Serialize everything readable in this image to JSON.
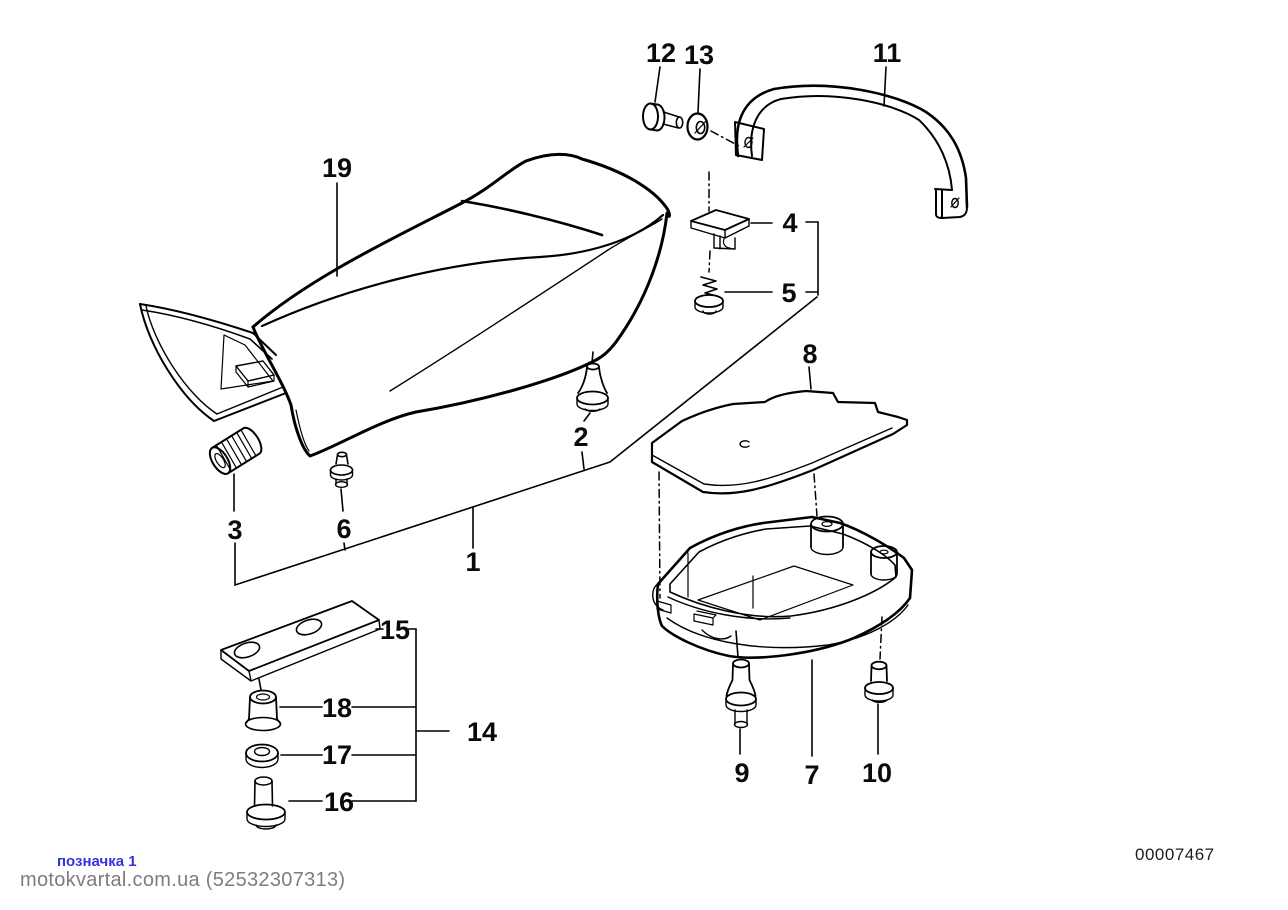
{
  "diagram": {
    "type": "exploded-parts-diagram",
    "subject": "motorcycle bench seat with storage box, grab handle and mounting hardware",
    "labels": [
      {
        "part": 1,
        "text": "1"
      },
      {
        "part": 2,
        "text": "2"
      },
      {
        "part": 3,
        "text": "3"
      },
      {
        "part": 4,
        "text": "4"
      },
      {
        "part": 5,
        "text": "5"
      },
      {
        "part": 6,
        "text": "6"
      },
      {
        "part": 7,
        "text": "7"
      },
      {
        "part": 8,
        "text": "8"
      },
      {
        "part": 9,
        "text": "9"
      },
      {
        "part": 10,
        "text": "10"
      },
      {
        "part": 11,
        "text": "11"
      },
      {
        "part": 12,
        "text": "12"
      },
      {
        "part": 13,
        "text": "13"
      },
      {
        "part": 14,
        "text": "14"
      },
      {
        "part": 15,
        "text": "15"
      },
      {
        "part": 16,
        "text": "16"
      },
      {
        "part": 17,
        "text": "17"
      },
      {
        "part": 18,
        "text": "18"
      },
      {
        "part": 19,
        "text": "19"
      }
    ]
  },
  "footer": {
    "mark_text": "позначка 1",
    "watermark_text": "motokvartal.com.ua (52532307313)",
    "document_number": "00007467"
  },
  "colors": {
    "line": "#000000",
    "background": "#ffffff",
    "mark_blue": "#3232e0",
    "watermark_gray": "#7d7d7d",
    "doc_number_color": "#1c1c1c"
  }
}
